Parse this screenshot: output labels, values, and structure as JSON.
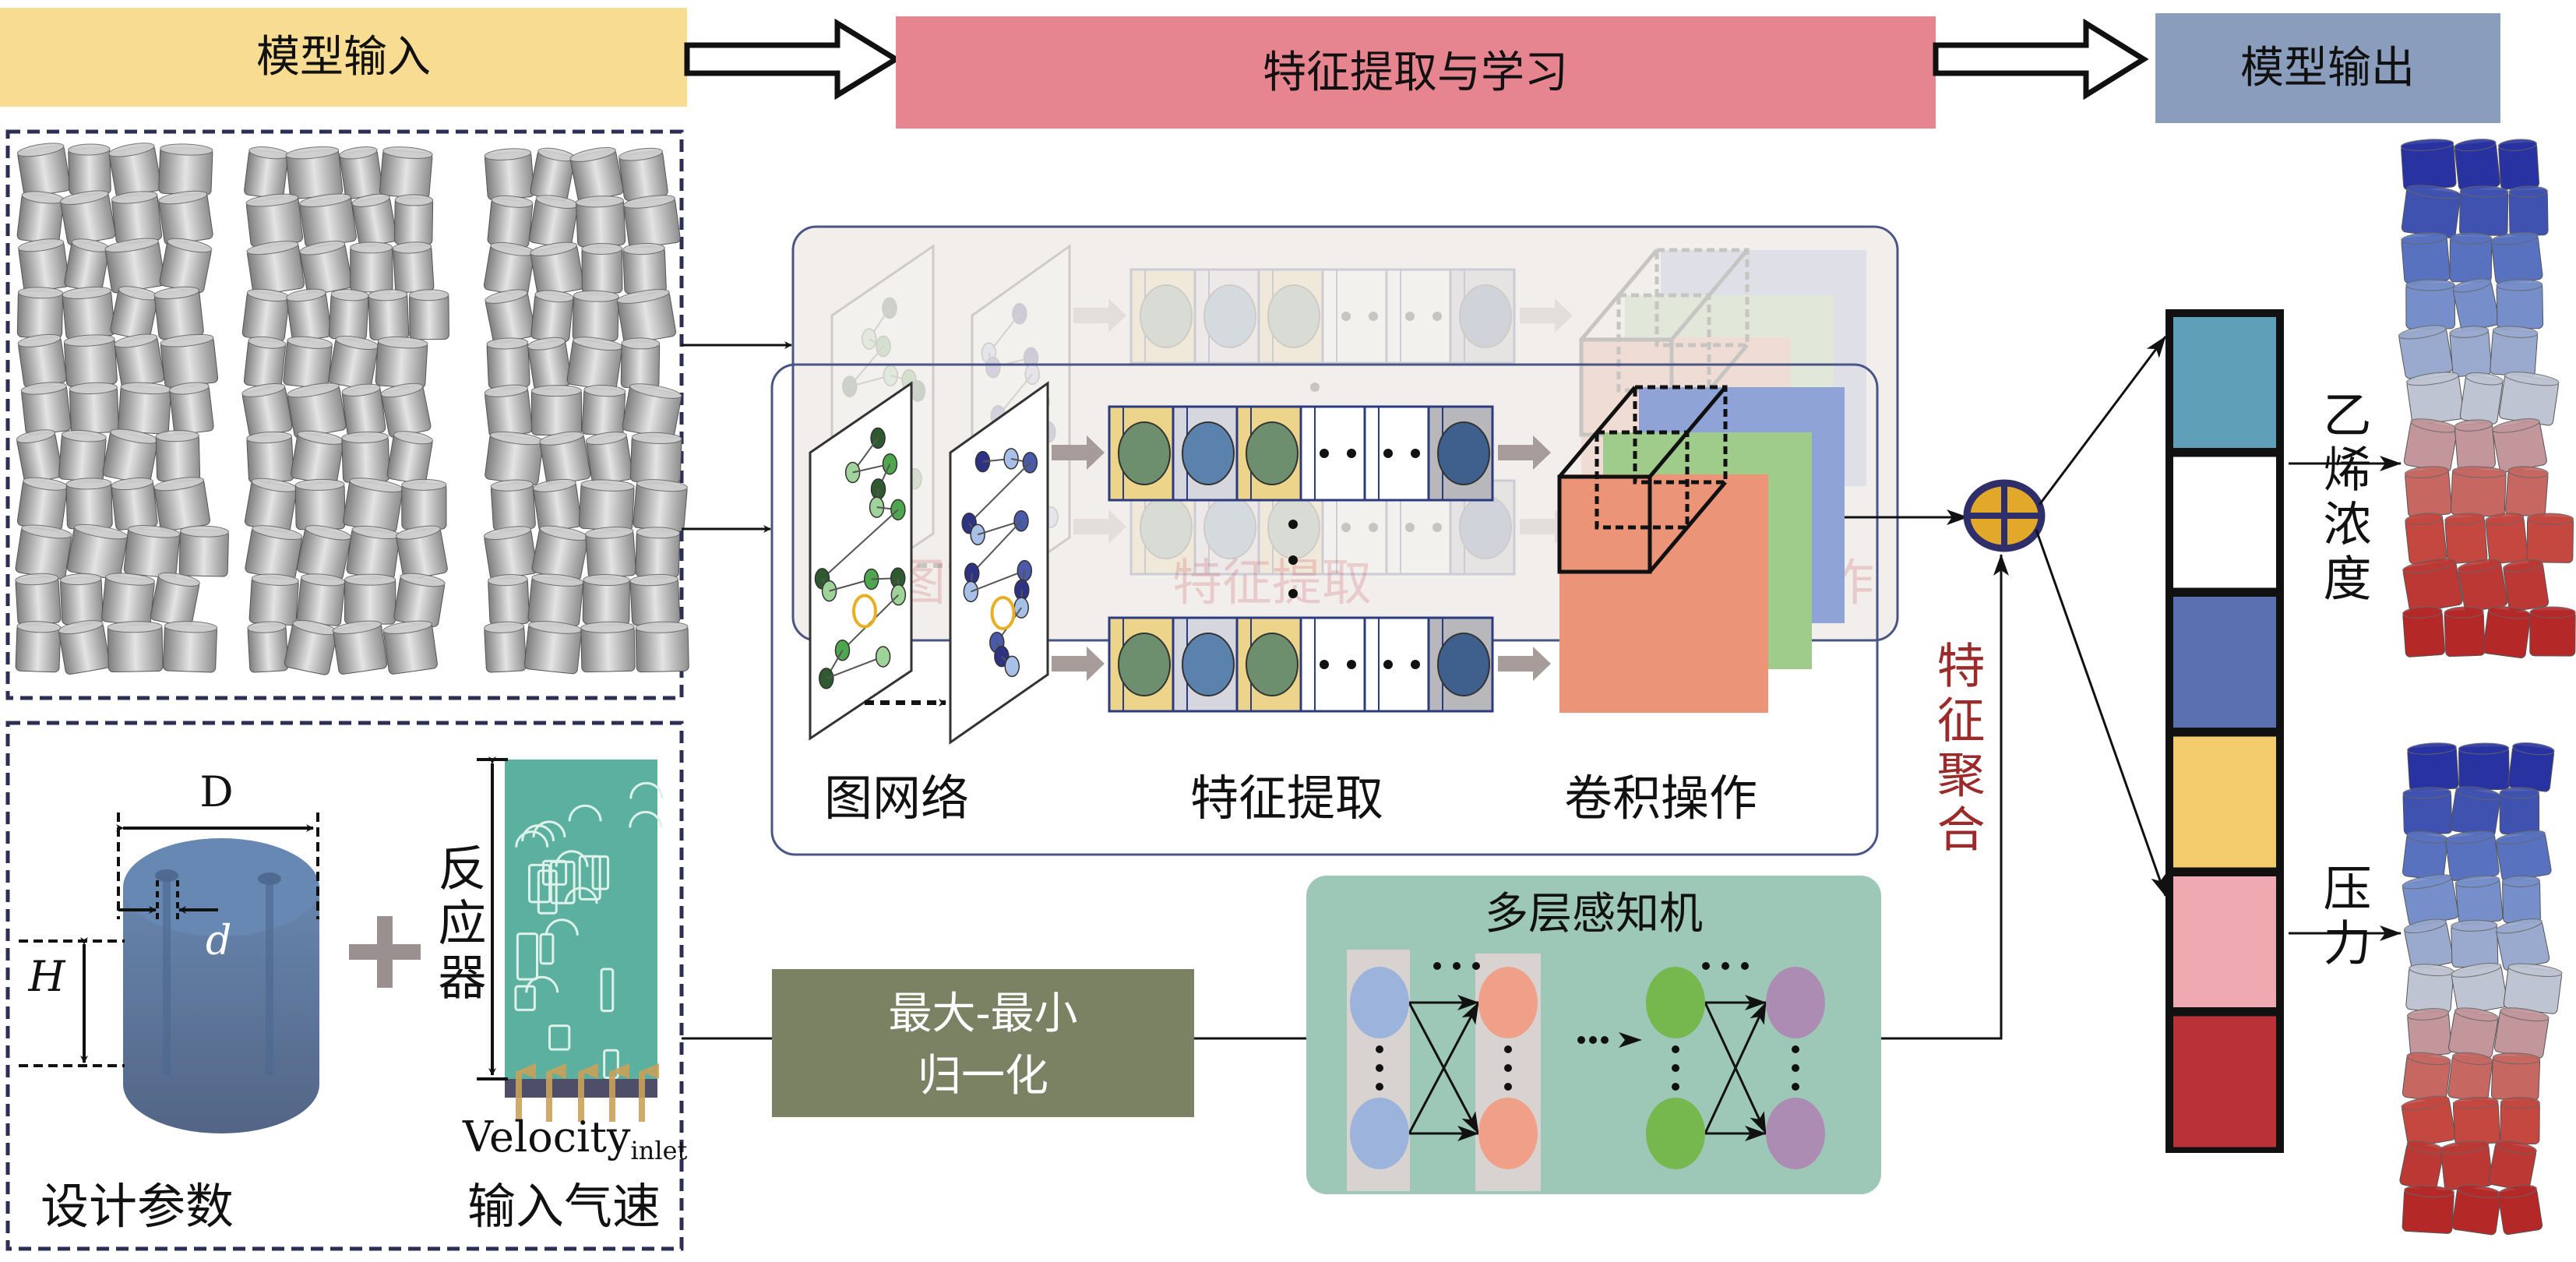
{
  "header": {
    "input": "模型输入",
    "feature": "特征提取与学习",
    "output": "模型输出"
  },
  "feature_module": {
    "graph_label": "图网络",
    "extract_label": "特征提取",
    "conv_label": "卷积操作"
  },
  "design": {
    "D": "D",
    "d": "d",
    "H": "H",
    "reactor_label": "反应器",
    "velocity": "Velocity",
    "velocity_sub": "inlet",
    "design_params_label": "设计参数",
    "inlet_velocity_label": "输入气速"
  },
  "normalization": {
    "line1": "最大-最小",
    "line2": "归一化"
  },
  "mlp": {
    "title": "多层感知机"
  },
  "aggregation": {
    "label": "特征聚合"
  },
  "output": {
    "ethylene_label": "乙烯浓度",
    "pressure_label": "压力",
    "vector_colors": [
      "#5fa0b8",
      "#ffffff",
      "#5b70b0",
      "#f2cb6c",
      "#eeaab0",
      "#b83238"
    ]
  },
  "colors": {
    "input_header": "#f7dc92",
    "feature_header": "#e6858f",
    "output_header": "#8b9dbd",
    "normalization_box": "#7b8264",
    "mlp_box": "#9dc8b7",
    "aggregation_text": "#9b2b2b",
    "reactor": "#5bb0a0"
  }
}
